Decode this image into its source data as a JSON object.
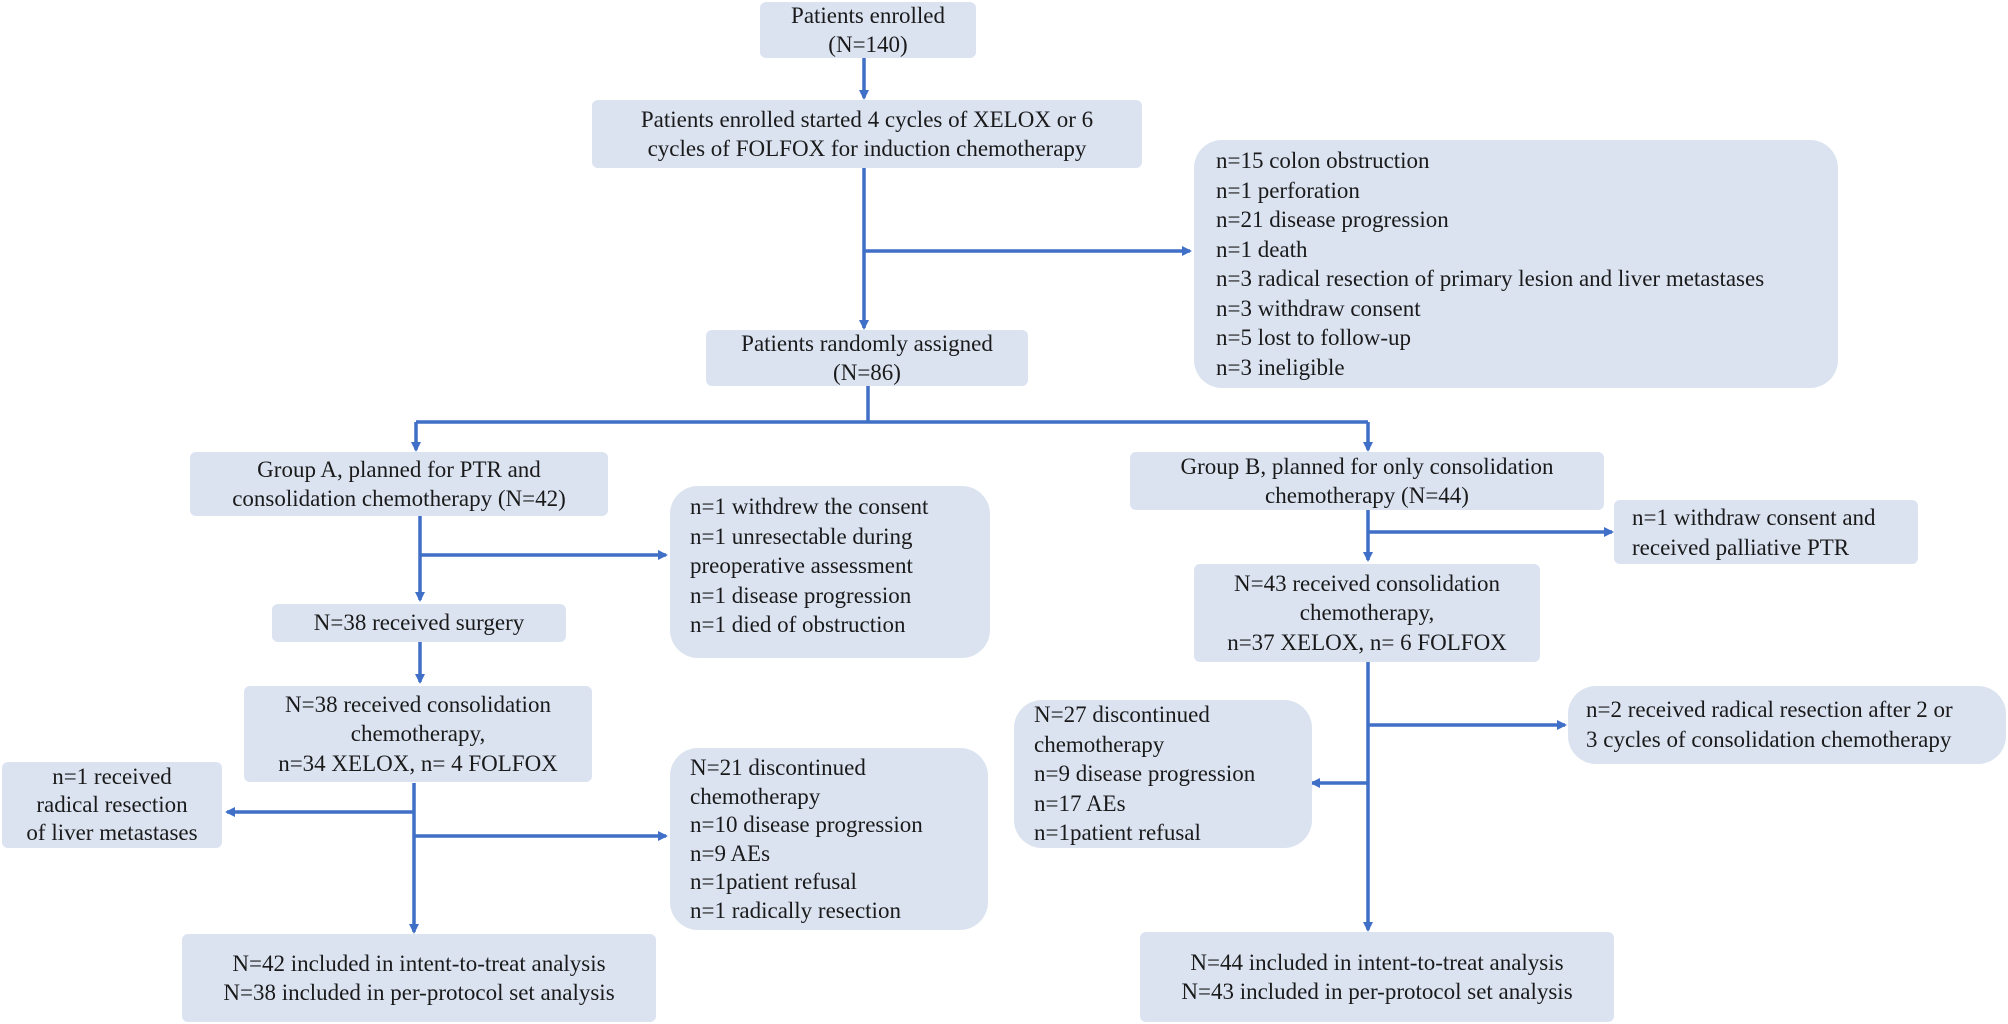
{
  "nodes": {
    "enrolled": [
      "Patients enrolled",
      "(N=140)"
    ],
    "induction": [
      "Patients enrolled started 4 cycles of  XELOX or 6",
      "cycles of FOLFOX for induction chemotherapy"
    ],
    "excluded": [
      "n=15 colon obstruction",
      "n=1 perforation",
      "n=21 disease progression",
      "n=1 death",
      "n=3 radical resection of primary lesion and liver metastases",
      "n=3 withdraw consent",
      "n=5 lost to follow-up",
      "n=3 ineligible"
    ],
    "randomized": [
      "Patients randomly assigned",
      "(N=86)"
    ],
    "group_a": [
      "Group A, planned for PTR and",
      "consolidation chemotherapy (N=42)"
    ],
    "a_exits": [
      "n=1 withdrew the consent",
      "n=1 unresectable during",
      "preoperative assessment",
      "n=1 disease progression",
      "n=1 died of obstruction"
    ],
    "a_surgery": [
      "N=38 received surgery"
    ],
    "a_consolidation": [
      "N=38 received consolidation",
      "chemotherapy,",
      "n=34 XELOX, n= 4 FOLFOX"
    ],
    "a_radical": [
      "n=1 received",
      "radical resection",
      "of liver metastases"
    ],
    "a_discontinued": [
      "N=21 discontinued",
      "chemotherapy",
      "n=10 disease progression",
      "n=9 AEs",
      "n=1patient refusal",
      "n=1 radically resection"
    ],
    "a_analysis": [
      "N=42 included in intent-to-treat analysis",
      "N=38 included in per-protocol set analysis"
    ],
    "group_b": [
      "Group B, planned for only consolidation",
      "chemotherapy (N=44)"
    ],
    "b_withdraw": [
      "n=1 withdraw consent and",
      "received palliative PTR"
    ],
    "b_consolidation": [
      "N=43 received consolidation",
      "chemotherapy,",
      "n=37 XELOX, n= 6 FOLFOX"
    ],
    "b_radical": [
      "n=2 received radical resection after 2 or",
      "3 cycles of consolidation chemotherapy"
    ],
    "b_discontinued": [
      "N=27 discontinued",
      "chemotherapy",
      "n=9 disease progression",
      "n=17 AEs",
      "n=1patient refusal"
    ],
    "b_analysis": [
      "N=44 included in intent-to-treat analysis",
      "N=43 included in per-protocol set analysis"
    ]
  },
  "colors": {
    "box_fill": "#dbe3f1",
    "arrow": "#3f6fc6",
    "text": "#1a1a1a"
  }
}
